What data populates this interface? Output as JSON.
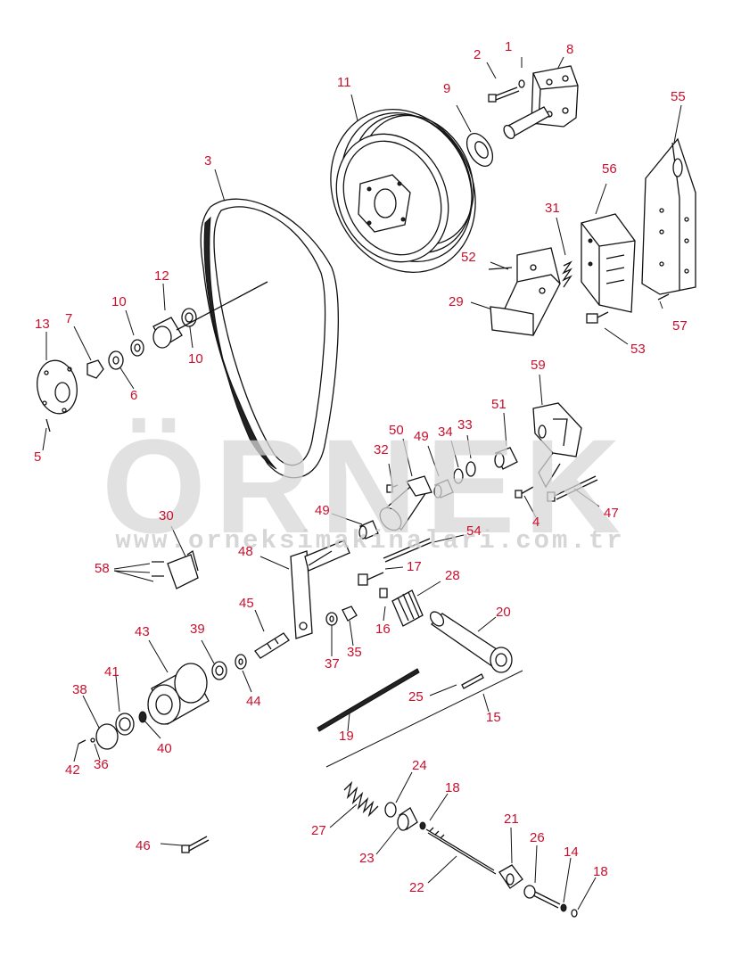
{
  "watermark": {
    "brand": "ÖRNEK",
    "url": "www.orneksimakinalari.com.tr"
  },
  "callouts": [
    {
      "id": "c1",
      "label": "1"
    },
    {
      "id": "c2",
      "label": "2"
    },
    {
      "id": "c8",
      "label": "8"
    },
    {
      "id": "c9",
      "label": "9"
    },
    {
      "id": "c11",
      "label": "11"
    },
    {
      "id": "c55",
      "label": "55"
    },
    {
      "id": "c3",
      "label": "3"
    },
    {
      "id": "c56",
      "label": "56"
    },
    {
      "id": "c31",
      "label": "31"
    },
    {
      "id": "c52",
      "label": "52"
    },
    {
      "id": "c12",
      "label": "12"
    },
    {
      "id": "c29",
      "label": "29"
    },
    {
      "id": "c10a",
      "label": "10"
    },
    {
      "id": "c13",
      "label": "13"
    },
    {
      "id": "c7",
      "label": "7"
    },
    {
      "id": "c57",
      "label": "57"
    },
    {
      "id": "c53",
      "label": "53"
    },
    {
      "id": "c10b",
      "label": "10"
    },
    {
      "id": "c6",
      "label": "6"
    },
    {
      "id": "c59",
      "label": "59"
    },
    {
      "id": "c51",
      "label": "51"
    },
    {
      "id": "c5",
      "label": "5"
    },
    {
      "id": "c50",
      "label": "50"
    },
    {
      "id": "c49a",
      "label": "49"
    },
    {
      "id": "c34",
      "label": "34"
    },
    {
      "id": "c33",
      "label": "33"
    },
    {
      "id": "c32",
      "label": "32"
    },
    {
      "id": "c4",
      "label": "4"
    },
    {
      "id": "c47",
      "label": "47"
    },
    {
      "id": "c49b",
      "label": "49"
    },
    {
      "id": "c30",
      "label": "30"
    },
    {
      "id": "c54",
      "label": "54"
    },
    {
      "id": "c58",
      "label": "58"
    },
    {
      "id": "c48",
      "label": "48"
    },
    {
      "id": "c17",
      "label": "17"
    },
    {
      "id": "c28",
      "label": "28"
    },
    {
      "id": "c45",
      "label": "45"
    },
    {
      "id": "c20",
      "label": "20"
    },
    {
      "id": "c16",
      "label": "16"
    },
    {
      "id": "c43",
      "label": "43"
    },
    {
      "id": "c39",
      "label": "39"
    },
    {
      "id": "c37",
      "label": "37"
    },
    {
      "id": "c35",
      "label": "35"
    },
    {
      "id": "c41",
      "label": "41"
    },
    {
      "id": "c38",
      "label": "38"
    },
    {
      "id": "c44",
      "label": "44"
    },
    {
      "id": "c25",
      "label": "25"
    },
    {
      "id": "c15",
      "label": "15"
    },
    {
      "id": "c40",
      "label": "40"
    },
    {
      "id": "c19",
      "label": "19"
    },
    {
      "id": "c42",
      "label": "42"
    },
    {
      "id": "c36",
      "label": "36"
    },
    {
      "id": "c24",
      "label": "24"
    },
    {
      "id": "c18a",
      "label": "18"
    },
    {
      "id": "c27",
      "label": "27"
    },
    {
      "id": "c21",
      "label": "21"
    },
    {
      "id": "c26",
      "label": "26"
    },
    {
      "id": "c46",
      "label": "46"
    },
    {
      "id": "c23",
      "label": "23"
    },
    {
      "id": "c14",
      "label": "14"
    },
    {
      "id": "c18b",
      "label": "18"
    },
    {
      "id": "c22",
      "label": "22"
    }
  ]
}
